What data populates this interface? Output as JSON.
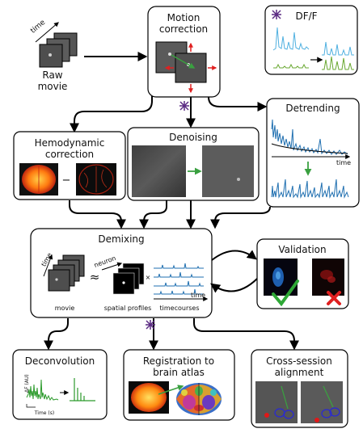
{
  "nodes": {
    "raw_movie": {
      "title_line1": "Raw",
      "title_line2": "movie",
      "axis": "time"
    },
    "motion": {
      "title_line1": "Motion",
      "title_line2": "correction"
    },
    "dff": {
      "title": "DF/F"
    },
    "detrending": {
      "title": "Detrending",
      "axis": "time"
    },
    "hemo": {
      "title_line1": "Hemodynamic",
      "title_line2": "correction",
      "operator": "−"
    },
    "denoising": {
      "title": "Denoising"
    },
    "demixing": {
      "title": "Demixing",
      "movie_axis": "time",
      "movie_label": "movie",
      "approx": "≈",
      "profiles_axis": "neuron",
      "profiles_label": "spatial profiles",
      "times": "×",
      "timecourse_axis": "time",
      "timecourse_label": "timecourses"
    },
    "validation": {
      "title": "Validation"
    },
    "deconvolution": {
      "title": "Deconvolution",
      "ylabel": "ΔF (AU)",
      "xlabel": "Time (s)"
    },
    "registration": {
      "title_line1": "Registration to",
      "title_line2": "brain atlas"
    },
    "cross_session": {
      "title_line1": "Cross-session",
      "title_line2": "alignment"
    }
  },
  "colors": {
    "purple_star": "#5a2a82",
    "dff_blue": "#4fb0e0",
    "dff_green": "#6aa832",
    "detrend_blue": "#1f6fb0",
    "green_arrow": "#3aa040",
    "red_arrow": "#e02020",
    "check_green": "#2ea836",
    "cross_red": "#e02020",
    "deconv_green": "#2a9a2a"
  },
  "icons": [
    "purple-asterisk-icon",
    "green-checkmark-icon",
    "red-cross-icon"
  ]
}
